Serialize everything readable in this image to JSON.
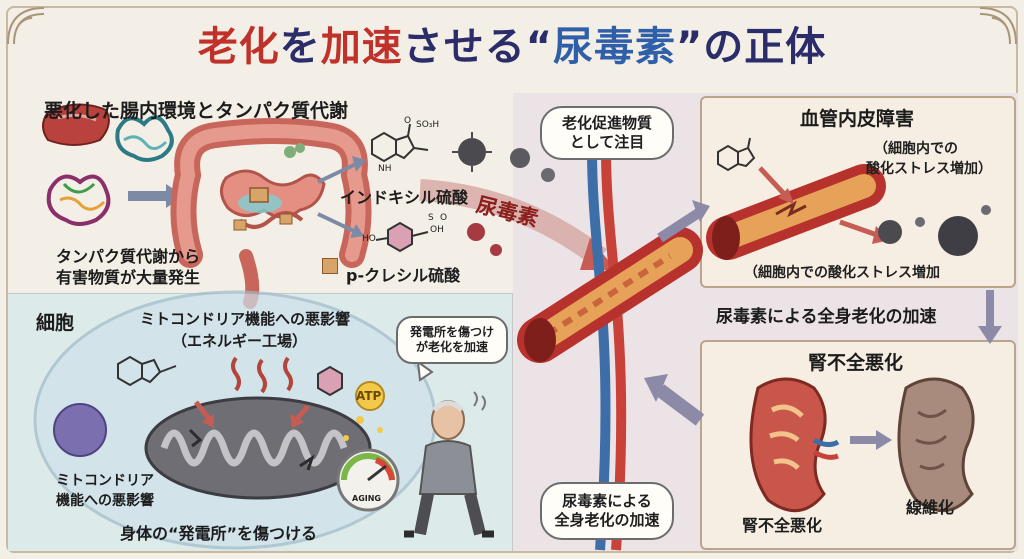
{
  "title": {
    "part1": "老化",
    "part2": "を",
    "part3": "加速",
    "part4": "させる“",
    "part5": "尿毒素",
    "part6": "”の正体"
  },
  "gut": {
    "heading": "悪化した腸内環境とタンパク質代謝",
    "protein_caption_line1": "タンパク質代謝から",
    "protein_caption_line2": "有害物質が大量発生",
    "indoxyl_label": "インドキシル硫酸",
    "pcresyl_label": "p-クレシル硫酸",
    "chem_so3h": "SO₃H",
    "chem_nh": "NH",
    "chem_o": "O",
    "chem_ho": "HO",
    "chem_oh": "OH",
    "chem_s": "S",
    "chem_o2": "O"
  },
  "center": {
    "uremic_label": "尿毒素",
    "bubble_line1": "老化促進物質",
    "bubble_line2": "として注目",
    "bottom_bubble_line1": "尿毒素による",
    "bottom_bubble_line2": "全身老化の加速"
  },
  "vascular": {
    "heading": "血管内皮障害",
    "note_line1": "（細胞内での",
    "note_line2": "酸化ストレス増加）",
    "bottom_note": "（細胞内での酸化ストレス増加"
  },
  "systemic": {
    "caption": "尿毒素による全身老化の加速"
  },
  "kidney": {
    "heading": "腎不全悪化",
    "left_caption": "腎不全悪化",
    "right_caption": "線維化"
  },
  "cell": {
    "heading": "細胞",
    "mito_line1": "ミトコンドリア機能への悪影響",
    "mito_line2": "（エネルギー工場）",
    "bubble_line1": "発電所を傷つけ",
    "bubble_line2": "が老化を加速",
    "atp": "ATP",
    "left_line1": "ミトコンドリア",
    "left_line2": "機能への悪影響",
    "bottom": "身体の“発電所”を傷つける",
    "gauge": "AGING"
  },
  "colors": {
    "title_red": "#c0312a",
    "title_navy": "#2a2d6a",
    "title_blue": "#2e5fa8",
    "vessel_red": "#b8322d",
    "toxin_gray": "#4a4a4f"
  }
}
